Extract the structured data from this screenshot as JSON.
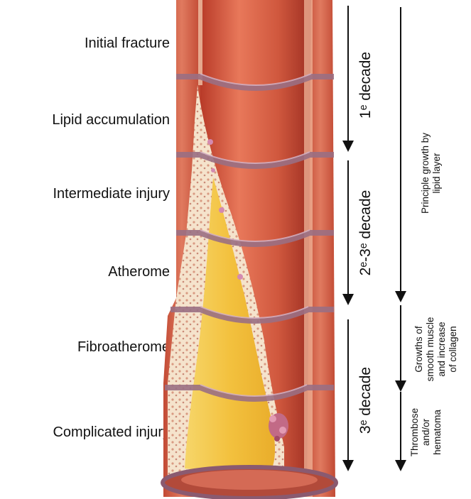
{
  "stages": [
    {
      "label": "Initial fracture"
    },
    {
      "label": "Lipid accumulation"
    },
    {
      "label": "Intermediate injury"
    },
    {
      "label": "Atherome"
    },
    {
      "label": "Fibroatherome"
    },
    {
      "label": "Complicated injury"
    }
  ],
  "decades": [
    {
      "label": "1ᵉ decade"
    },
    {
      "label": "2ᵉ-3ᵉ decade"
    },
    {
      "label": "3ᵉ decade"
    }
  ],
  "growth": {
    "lipid": [
      "Principle growth by",
      "lipid layer"
    ],
    "muscle": [
      "Growths of",
      "smooth muscle",
      "and increase",
      "of collagen"
    ],
    "thrombose": [
      "Thrombose",
      "and/or",
      "hematoma"
    ]
  },
  "colors": {
    "wall": "#d9644a",
    "lumen": "#c94a35",
    "lipid": "#f2c94c",
    "fibrous": "#f4e2c8",
    "ring": "#9a6f83"
  }
}
